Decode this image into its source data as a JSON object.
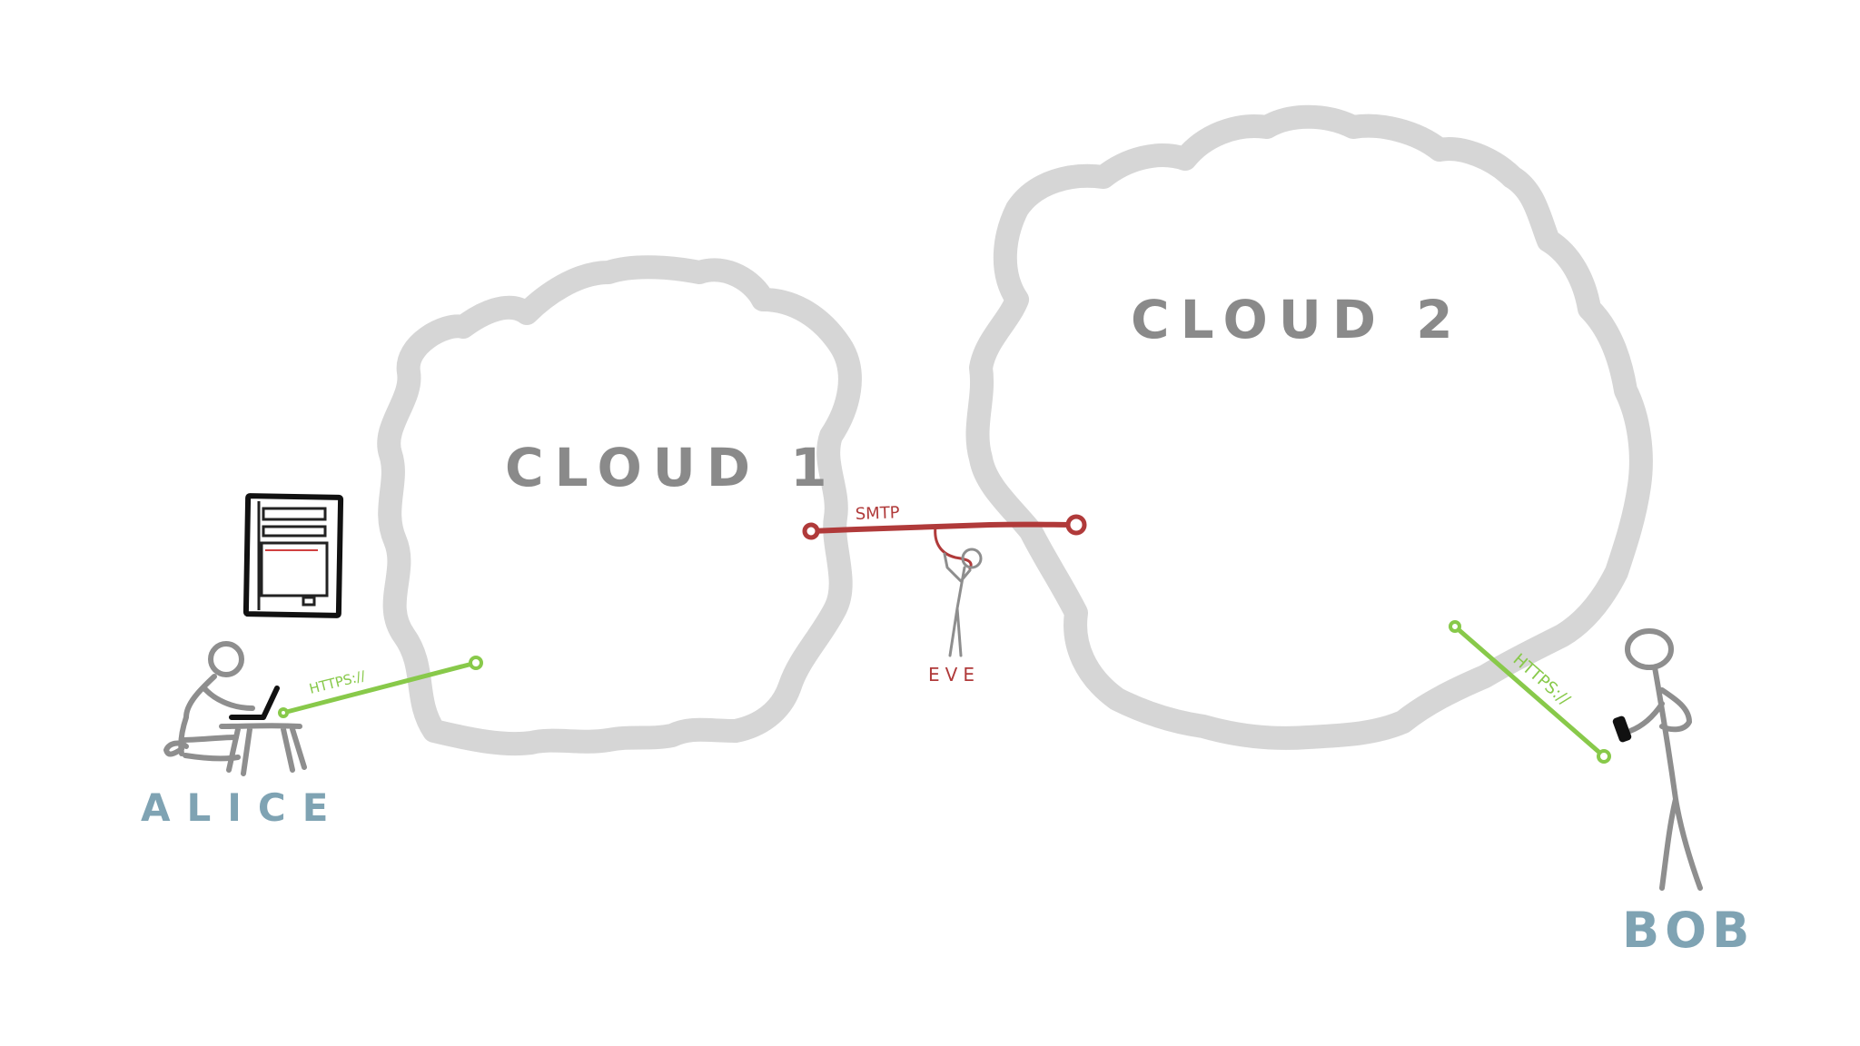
{
  "diagram": {
    "clouds": [
      {
        "id": "cloud-1",
        "label": "CLOUD 1"
      },
      {
        "id": "cloud-2",
        "label": "CLOUD 2"
      }
    ],
    "actors": {
      "alice": {
        "label": "ALICE"
      },
      "bob": {
        "label": "BOB"
      },
      "eve": {
        "label": "EVE"
      }
    },
    "connections": [
      {
        "id": "alice-to-cloud1",
        "protocol": "HTTPS://",
        "color": "#88c94a"
      },
      {
        "id": "cloud1-to-cloud2",
        "protocol": "SMTP",
        "color": "#b03a3a"
      },
      {
        "id": "cloud2-to-bob",
        "protocol": "HTTPS://",
        "color": "#88c94a"
      }
    ],
    "colors": {
      "cloud_outline": "#d6d6d6",
      "cloud_label": "#8a8a8a",
      "person_label": "#7fa3b3",
      "secure_link": "#88c94a",
      "insecure_link": "#b03a3a"
    }
  }
}
